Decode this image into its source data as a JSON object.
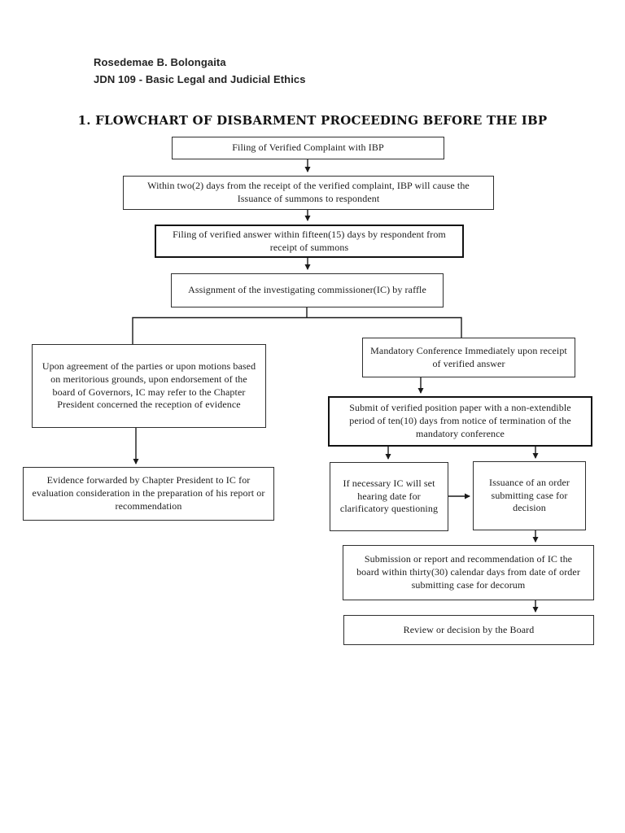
{
  "header": {
    "author": "Rosedemae B. Bolongaita",
    "course": "JDN 109 - Basic Legal and Judicial Ethics"
  },
  "title": "1. FLOWCHART OF DISBARMENT PROCEEDING BEFORE THE IBP",
  "flowchart": {
    "nodes": {
      "filing_complaint": "Filing of Verified Complaint with IBP",
      "issuance_summons": "Within two(2) days from the receipt of the verified complaint, IBP will cause the Issuance of summons to respondent",
      "verified_answer": "Filing of verified answer within fifteen(15) days by respondent from receipt of summons",
      "assignment_ic": "Assignment of the investigating commissioner(IC) by raffle",
      "upon_agreement": "Upon agreement of the parties or upon motions based on meritorious grounds, upon endorsement of the board of Governors, IC may refer to the Chapter President concerned the reception of evidence",
      "evidence_forwarded": "Evidence forwarded by Chapter President to IC for evaluation consideration in the preparation of his report or recommendation",
      "mandatory_conference": "Mandatory Conference Immediately upon receipt of verified answer",
      "position_paper": "Submit of verified position paper with a non-extendible period of ten(10) days from notice of termination of the mandatory conference",
      "clarificatory": "If necessary IC will set hearing date for clarificatory questioning",
      "issuance_order": "Issuance of an order submitting case for decision",
      "submission_report": "Submission or report and recommendation of IC the board within thirty(30) calendar days from date of order submitting case for decorum",
      "review_decision": "Review or decision by the Board"
    },
    "colors": {
      "ink": "#1c1c1c",
      "line": "#1a1a1a",
      "background": "#ffffff"
    }
  }
}
